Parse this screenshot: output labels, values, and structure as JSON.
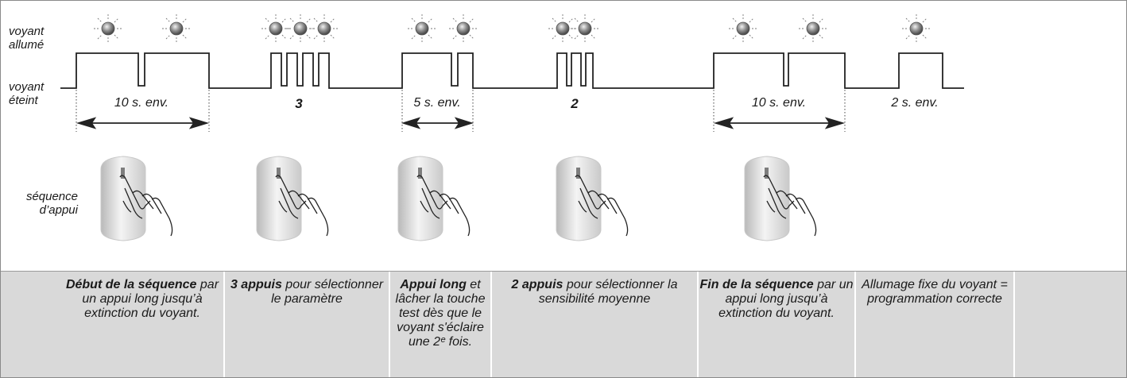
{
  "labels": {
    "led_on": "voyant\nallumé",
    "led_off": "voyant\néteint",
    "press_sequence": "séquence\nd’appui"
  },
  "durations": [
    "10 s. env.",
    "3",
    "5 s. env.",
    "2",
    "10 s. env.",
    "2 s. env."
  ],
  "descriptions": [
    {
      "bold": "Début de la séquence",
      "text": " par un appui long jusqu’à extinction du voyant."
    },
    {
      "bold": "3 appuis",
      "text": " pour sélectionner le paramètre"
    },
    {
      "bold": "Appui long",
      "text": " et lâcher la touche test dès que le voyant s'éclaire une 2ᵉ fois."
    },
    {
      "bold": "2 appuis",
      "text": " pour sélectionner la sensibilité moyenne"
    },
    {
      "bold": "Fin de la séquence",
      "text": " par un appui long jusqu’à extinction du voyant."
    },
    {
      "bold": "",
      "text": "Allumage fixe du voyant = programmation correcte"
    }
  ],
  "colors": {
    "band": "#d9d9d9",
    "signal": "#222222",
    "led": "#8a8a8a"
  },
  "icons": [
    "led-glow-icon",
    "hand-press-detector-icon",
    "double-arrow-icon"
  ]
}
